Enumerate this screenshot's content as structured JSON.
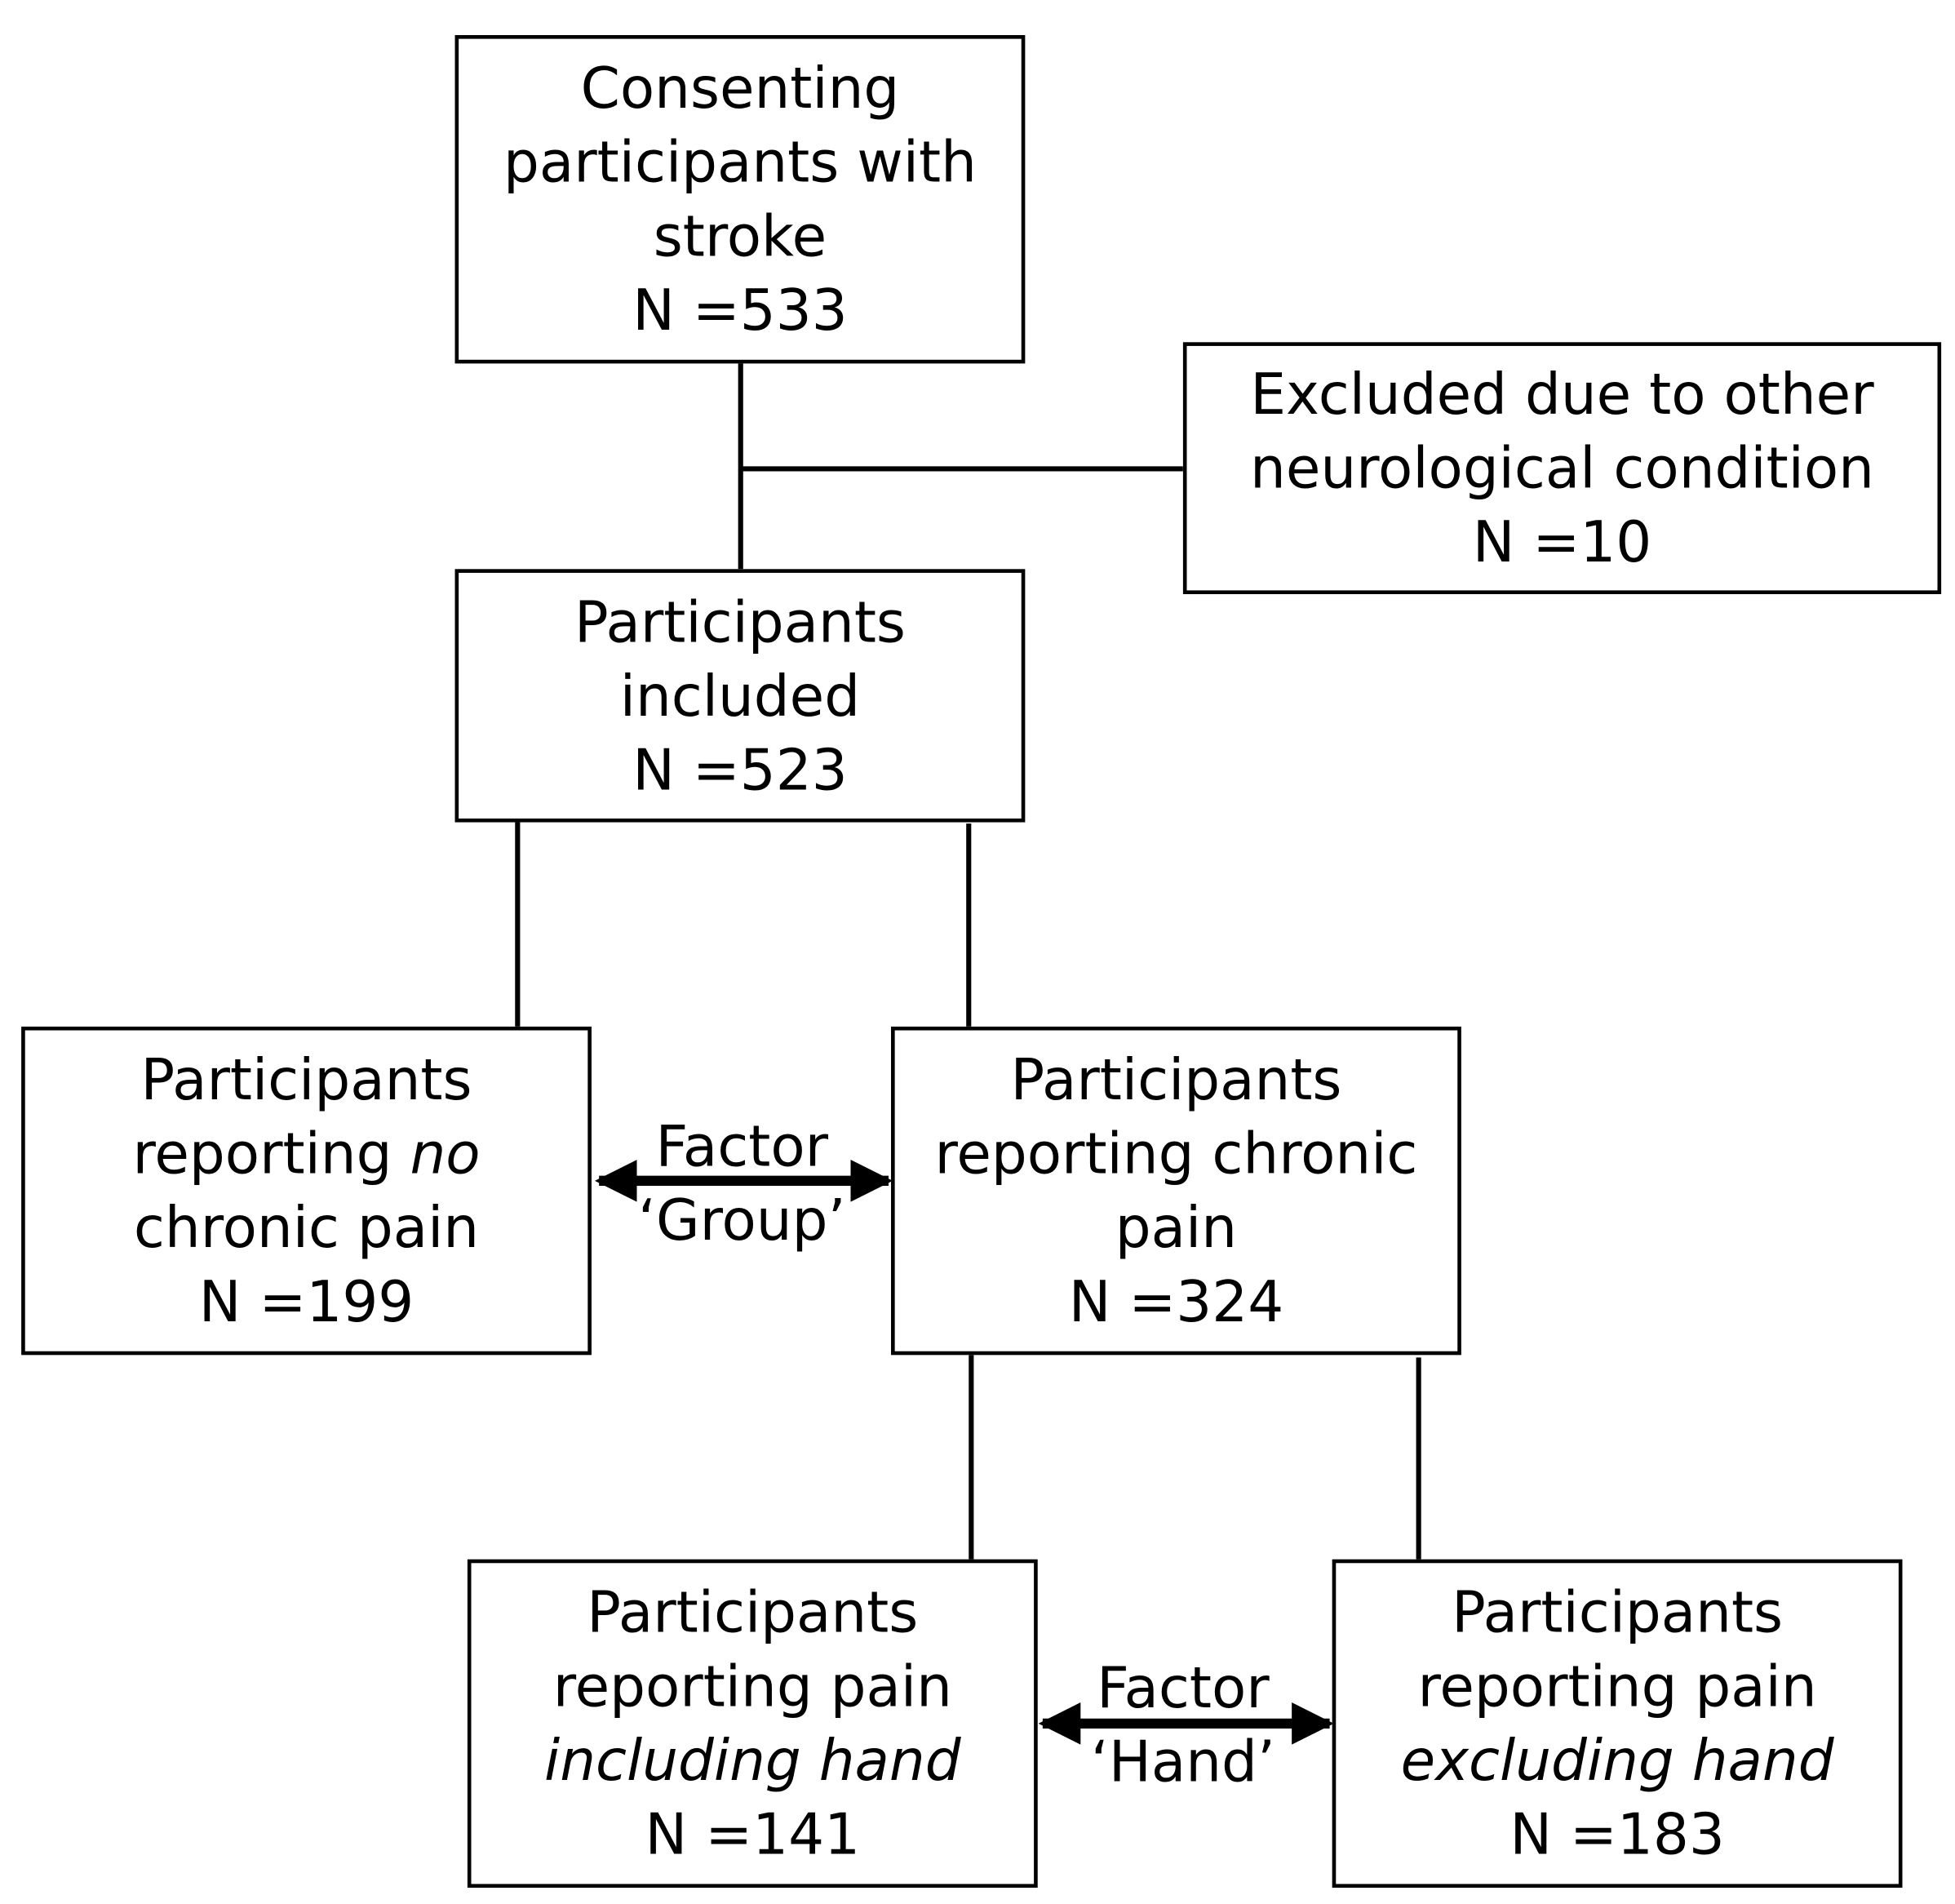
{
  "consenting": {
    "line1": "Consenting",
    "line2": "participants with",
    "line3": "stroke",
    "count": "N =533"
  },
  "excluded": {
    "line1": "Excluded due to other",
    "line2": "neurological condition",
    "count": "N =10"
  },
  "included": {
    "line1": "Participants",
    "line2": "included",
    "count": "N =523"
  },
  "no_chronic_pain": {
    "line1": "Participants",
    "line2_prefix": "reporting ",
    "line2_emph": "no",
    "line3": "chronic pain",
    "count": "N =199"
  },
  "chronic_pain": {
    "line1": "Participants",
    "line2": "reporting chronic",
    "line3": "pain",
    "count": "N =324"
  },
  "including_hand": {
    "line1": "Participants",
    "line2": "reporting pain",
    "line3_emph": "including hand",
    "count": "N =141"
  },
  "excluding_hand": {
    "line1": "Participants",
    "line2": "reporting pain",
    "line3_emph": "excluding hand",
    "count": "N =183"
  },
  "factor_group": {
    "line1": "Factor",
    "line2": "‘Group’"
  },
  "factor_hand": {
    "line1": "Factor",
    "line2": "‘Hand’"
  }
}
